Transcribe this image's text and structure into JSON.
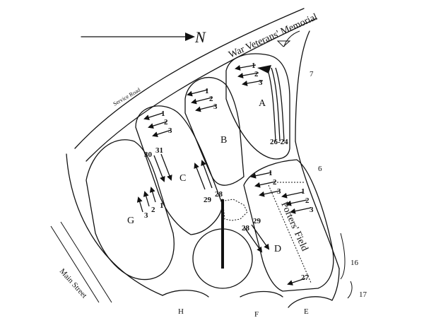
{
  "north_symbol": "N",
  "roads": {
    "war_veterans_memorial": "War Veterans' Memorial",
    "service_road": "Service Road",
    "main_street": "Main Street",
    "porters_field": "Porters' Field"
  },
  "sections": {
    "A": "A",
    "B": "B",
    "C": "C",
    "D": "D",
    "E": "E",
    "F": "F",
    "G": "G",
    "H": "H"
  },
  "outside_numbers": {
    "n6": "6",
    "n7": "7",
    "n16": "16",
    "n17": "17"
  },
  "row_numbers": {
    "a1": "1",
    "a2": "2",
    "a3": "3",
    "b1": "1",
    "b2": "2",
    "b3": "3",
    "c1": "1",
    "c2": "2",
    "c3": "3",
    "d1": "1",
    "d2": "2",
    "d3": "3",
    "e1": "1",
    "e2": "2",
    "e3": "3",
    "g1": "1",
    "g2": "2",
    "g3": "3",
    "n26_24": "26-24",
    "n30": "30",
    "n31": "31",
    "n29c": "29",
    "n28c": "28",
    "n28d": "28",
    "n29d": "29",
    "n27": "27"
  }
}
